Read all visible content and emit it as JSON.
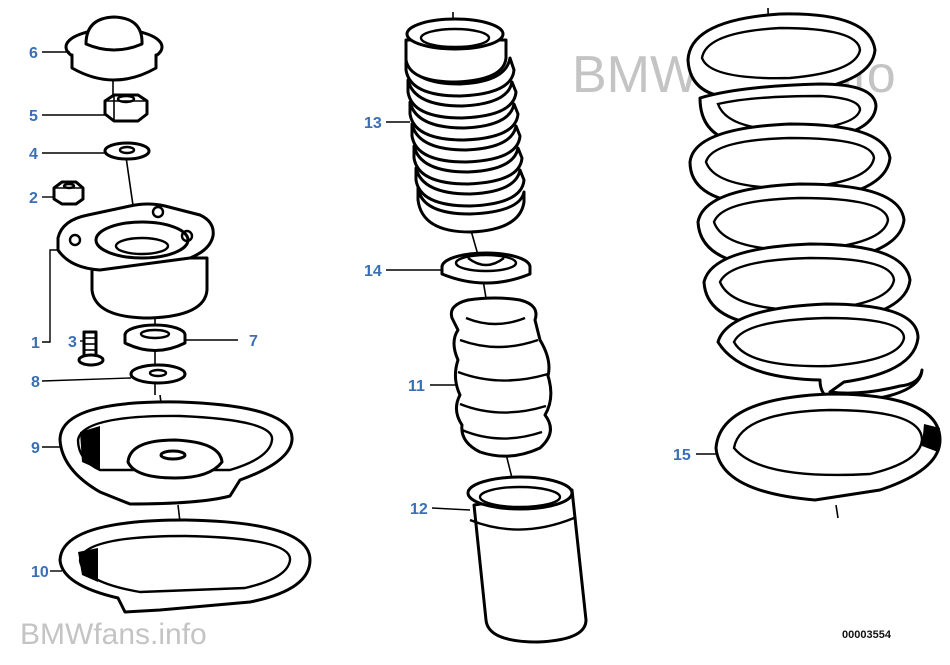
{
  "watermark_top": "BMWfans.info",
  "watermark_bottom": "BMWfans.info",
  "drawing_number": "00003554",
  "colors": {
    "label": "#3a6fb5",
    "line": "#000000",
    "watermark": "#c4c4c4"
  },
  "callouts": [
    {
      "id": "label-6",
      "text": "6"
    },
    {
      "id": "label-5",
      "text": "5"
    },
    {
      "id": "label-4",
      "text": "4"
    },
    {
      "id": "label-2",
      "text": "2"
    },
    {
      "id": "label-1",
      "text": "1"
    },
    {
      "id": "label-3",
      "text": "3"
    },
    {
      "id": "label-7",
      "text": "7"
    },
    {
      "id": "label-8",
      "text": "8"
    },
    {
      "id": "label-9",
      "text": "9"
    },
    {
      "id": "label-10",
      "text": "10"
    },
    {
      "id": "label-13",
      "text": "13"
    },
    {
      "id": "label-14",
      "text": "14"
    },
    {
      "id": "label-11",
      "text": "11"
    },
    {
      "id": "label-12",
      "text": "12"
    },
    {
      "id": "label-15",
      "text": "15"
    }
  ]
}
